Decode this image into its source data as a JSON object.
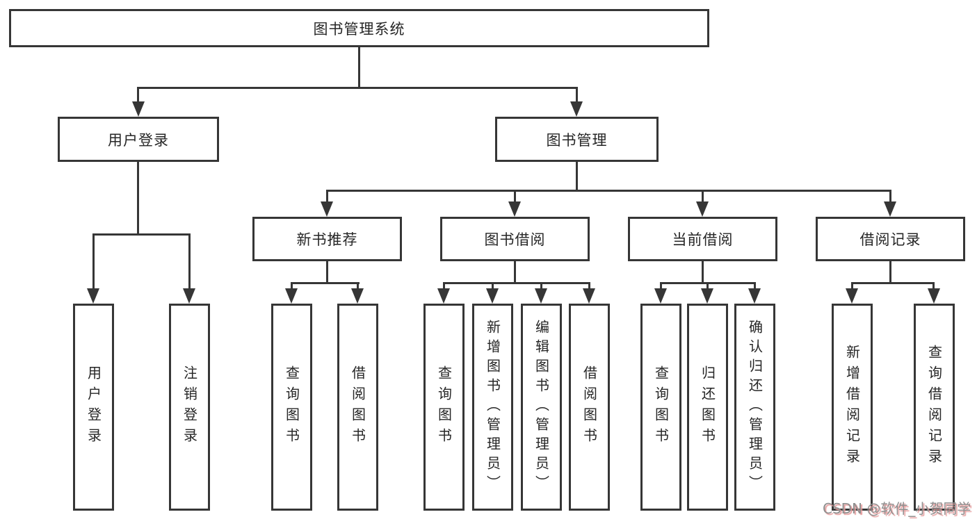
{
  "diagram": {
    "root": {
      "label": "图书管理系统"
    },
    "branches": [
      {
        "label": "用户登录",
        "children": [
          {
            "label": "用户登录"
          },
          {
            "label": "注销登录"
          }
        ]
      },
      {
        "label": "图书管理",
        "groups": [
          {
            "label": "新书推荐",
            "children": [
              {
                "label": "查询图书"
              },
              {
                "label": "借阅图书"
              }
            ]
          },
          {
            "label": "图书借阅",
            "children": [
              {
                "label": "查询图书"
              },
              {
                "label": "新增图书（管理员）"
              },
              {
                "label": "编辑图书（管理员）"
              },
              {
                "label": "借阅图书"
              }
            ]
          },
          {
            "label": "当前借阅",
            "children": [
              {
                "label": "查询图书"
              },
              {
                "label": "归还图书"
              },
              {
                "label": "确认归还（管理员）"
              }
            ]
          },
          {
            "label": "借阅记录",
            "children": [
              {
                "label": "新增借阅记录"
              },
              {
                "label": "查询借阅记录"
              }
            ]
          }
        ]
      }
    ]
  },
  "watermark": {
    "text": "CSDN @软件_小贺同学"
  },
  "colors": {
    "line": "#363636",
    "text": "#262626",
    "background": "#ffffff",
    "watermark_text": "#8f8f8f",
    "watermark_shadow": "#e59b9b"
  }
}
